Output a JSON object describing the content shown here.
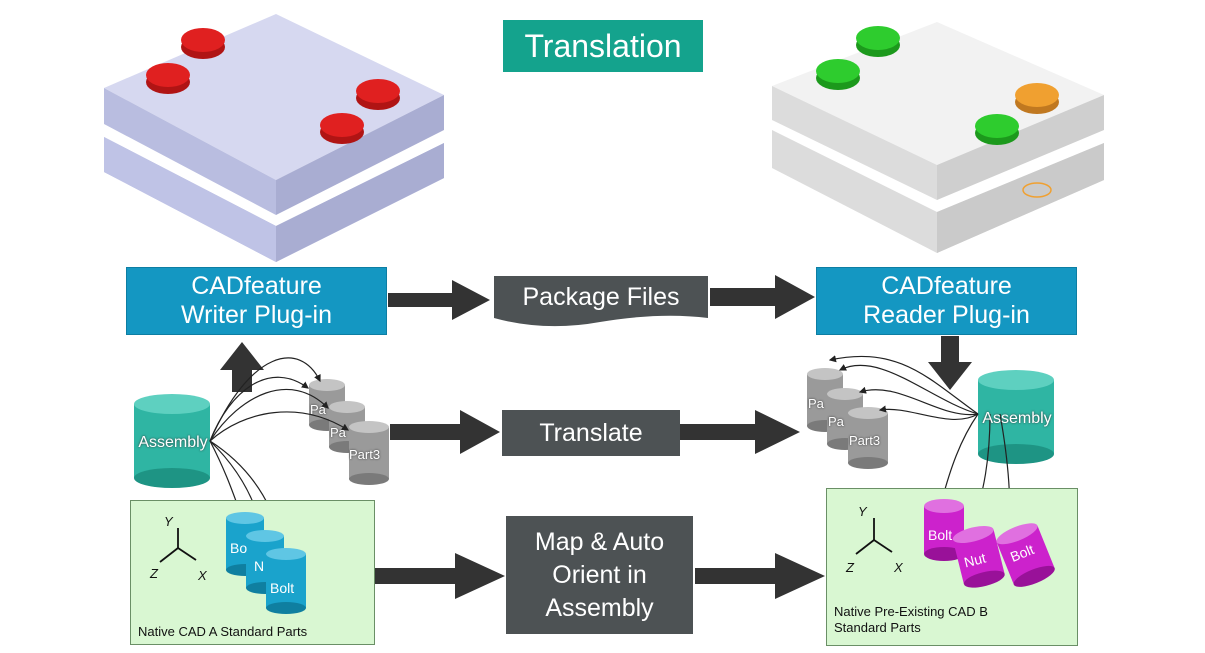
{
  "title": "Translation",
  "writer_plugin": {
    "line1": "CADfeature",
    "line2": "Writer Plug-in"
  },
  "reader_plugin": {
    "line1": "CADfeature",
    "line2": "Reader Plug-in"
  },
  "package_files": "Package Files",
  "translate": "Translate",
  "map_orient": {
    "line1": "Map & Auto",
    "line2": "Orient in",
    "line3": "Assembly"
  },
  "left_assembly": "Assembly",
  "right_assembly": "Assembly",
  "left_parts": {
    "p1": "Pa",
    "p2": "Pa",
    "p3": "Part3"
  },
  "right_parts": {
    "p1": "Pa",
    "p2": "Pa",
    "p3": "Part3"
  },
  "left_std": {
    "a": "Bo",
    "b": "N",
    "c": "Bolt",
    "label": "Native CAD A Standard Parts"
  },
  "right_std": {
    "a": "Bolt",
    "b": "Nut",
    "c": "Bolt",
    "label1": "Native Pre-Existing CAD B",
    "label2": "Standard Parts"
  },
  "axes": {
    "y": "Y",
    "z": "Z",
    "x": "X"
  },
  "colors": {
    "teal_title": "#14a38d",
    "plugin_blue": "#1497c2",
    "dark_grey": "#4d5254",
    "assembly_teal": "#2fb5a3",
    "std_blue": "#1aa3cc",
    "std_magenta": "#cc22cc",
    "button_red": "#e02020",
    "button_green": "#2ecc2e",
    "button_orange": "#f0a030",
    "green_panel": "#d9f7d2"
  }
}
